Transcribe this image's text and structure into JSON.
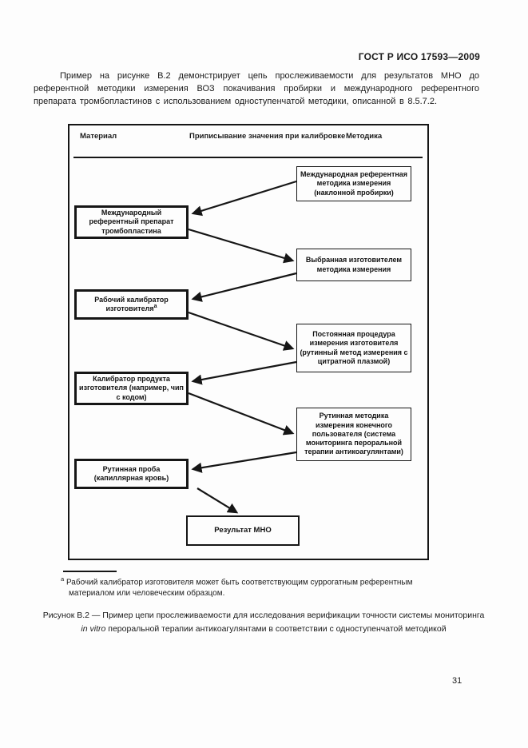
{
  "page": {
    "header": "ГОСТ Р ИСО 17593—2009",
    "intro": "Пример на рисунке В.2 демонстрирует цепь прослеживаемости для результатов МНО до референтной методики измерения ВОЗ покачивания пробирки и международного референтного препарата тромбопластинов с использованием одноступенчатой методики, описанной в 8.5.7.2.",
    "page_number": "31"
  },
  "diagram": {
    "column_headers": {
      "material": "Материал",
      "value_assignment": "Приписывание значения при калибровке",
      "method": "Методика"
    },
    "material_boxes": [
      {
        "text": "Международный референтный препарат тромбопластина"
      },
      {
        "text": "Рабочий калибратор изготовителя",
        "footnote_marker": "а"
      },
      {
        "text": "Калибратор продукта изготовителя (например, чип с кодом)"
      },
      {
        "text": "Рутинная проба (капиллярная кровь)"
      }
    ],
    "method_boxes": [
      {
        "text": "Международная референтная методика измерения (наклонной пробирки)"
      },
      {
        "text": "Выбранная изготовителем методика измерения"
      },
      {
        "text": "Постоянная процедура измерения изготовителя (рутинный метод измерения с цитратной плазмой)"
      },
      {
        "text": "Рутинная методика измерения конечного пользователя (система мониторинга пероральной терапии антикоагулянтами)"
      }
    ],
    "result_box": {
      "text": "Результат МНО"
    }
  },
  "footnote": {
    "marker": "а",
    "text": "Рабочий калибратор изготовителя может быть соответствующим суррогатным референтным материалом или человеческим образцом."
  },
  "caption": {
    "line1": "Рисунок В.2 — Пример цепи прослеживаемости для исследования верификации точности системы мониторинга",
    "line2_italic": "in vitro",
    "line2_rest": "пероральной терапии антикоагулянтами в соответствии с одноступенчатой методикой"
  }
}
